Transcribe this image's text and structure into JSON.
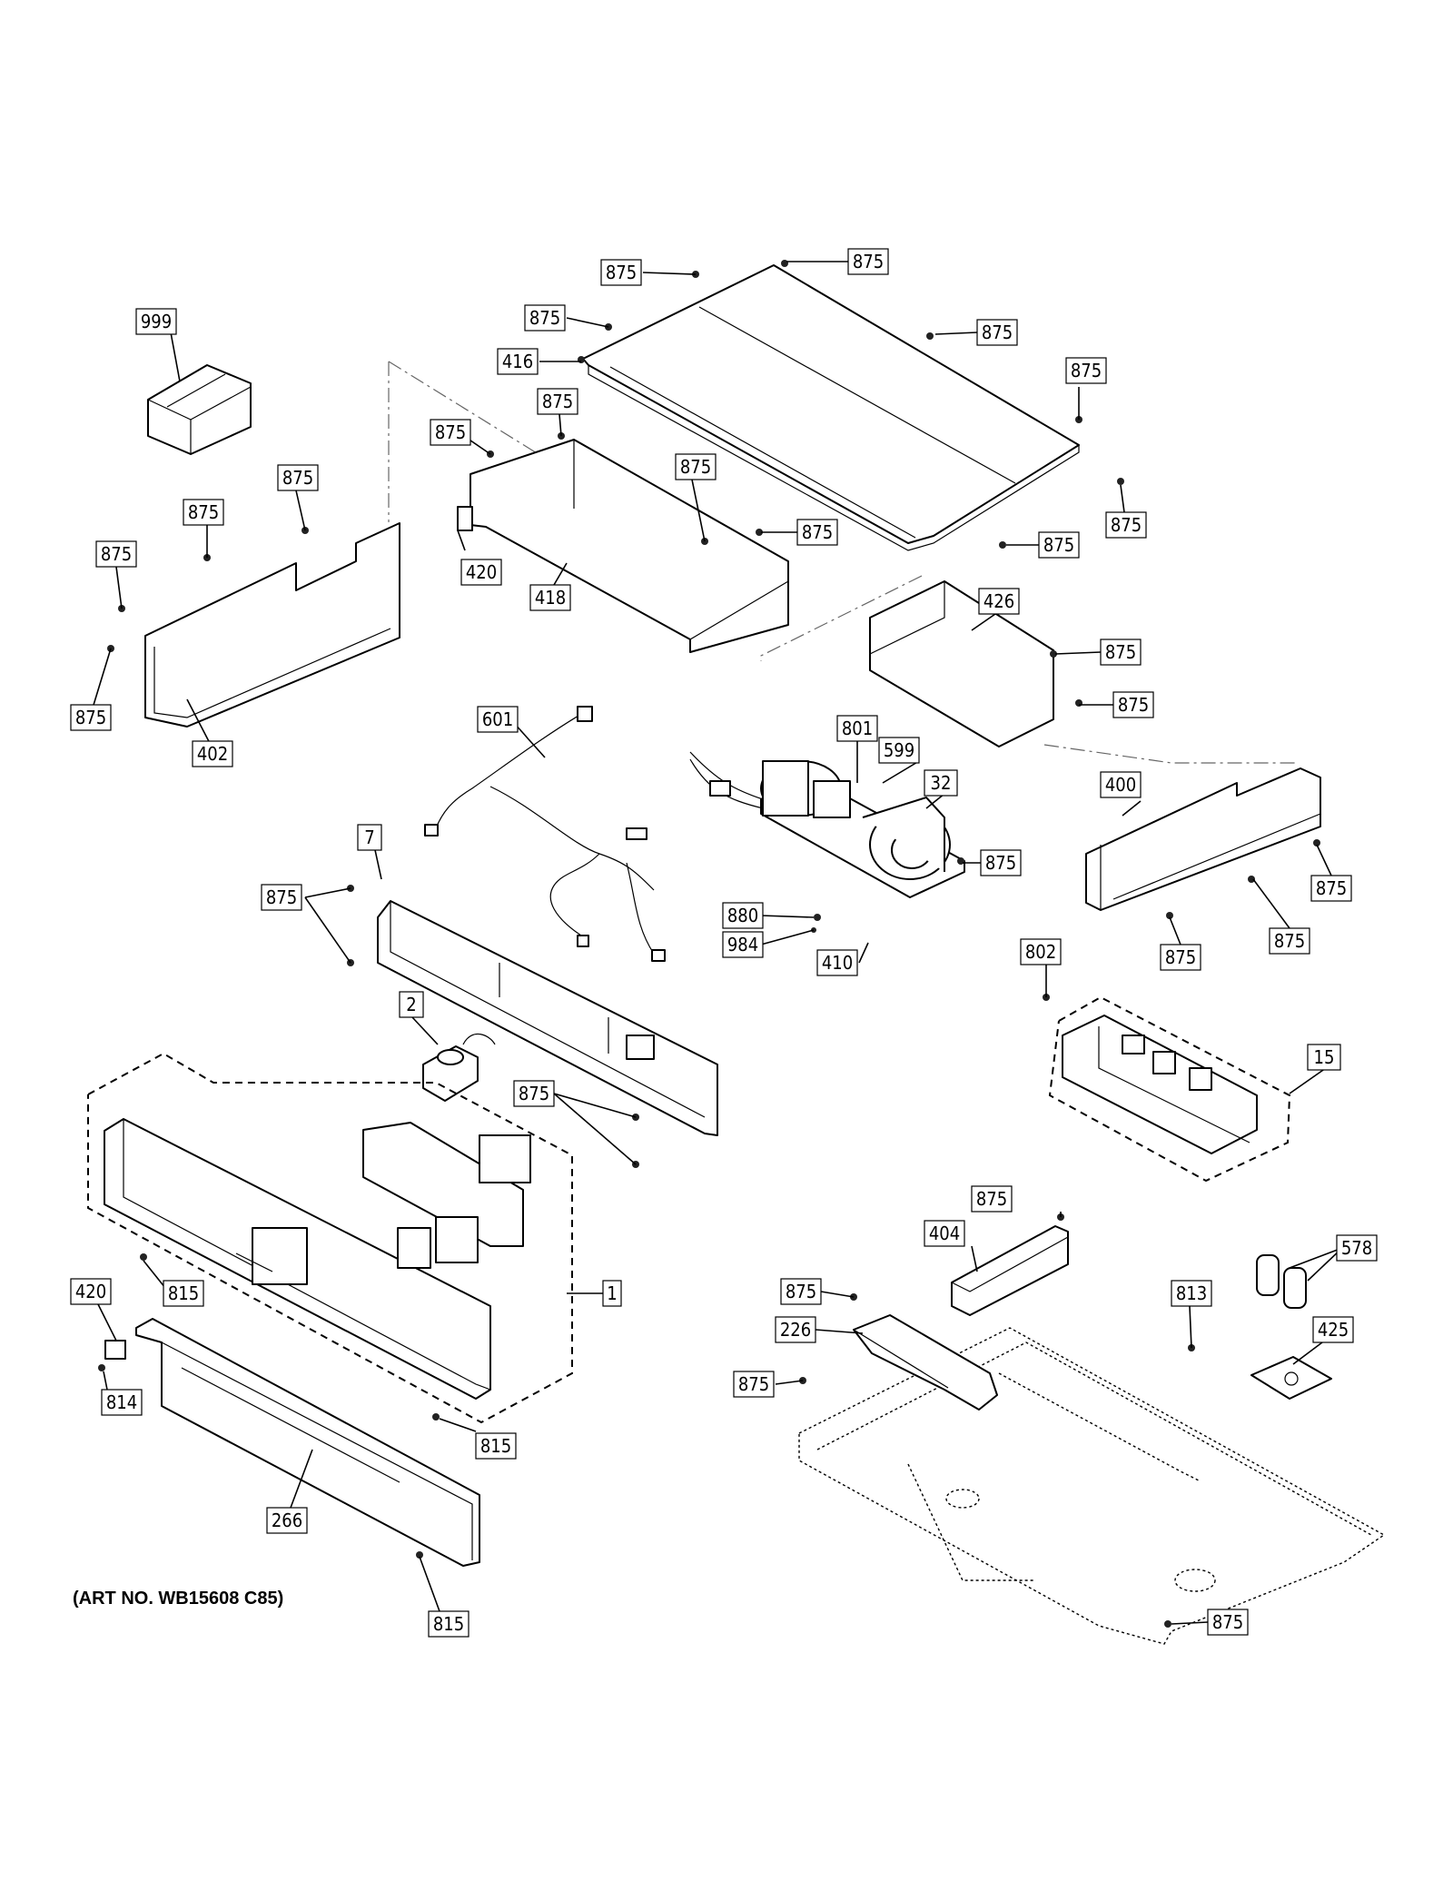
{
  "art_number": "(ART NO. WB15608 C85)",
  "callouts": {
    "c1": "875",
    "c2": "875",
    "c3": "875",
    "c4": "875",
    "c5": "875",
    "c6": "416",
    "c7": "999",
    "c8": "875",
    "c9": "875",
    "c10": "875",
    "c11": "875",
    "c12": "875",
    "c13": "875",
    "c14": "875",
    "c15": "875",
    "c16": "875",
    "c17": "420",
    "c18": "418",
    "c19": "875",
    "c20": "875",
    "c21": "426",
    "c22": "875",
    "c23": "875",
    "c24": "601",
    "c25": "402",
    "c26": "801",
    "c27": "599",
    "c28": "32",
    "c29": "400",
    "c30": "7",
    "c31": "875",
    "c32": "880",
    "c33": "984",
    "c34": "410",
    "c35": "875",
    "c36": "875",
    "c37": "875",
    "c38": "802",
    "c39": "2",
    "c40": "875",
    "c41": "15",
    "c42": "875",
    "c43": "404",
    "c44": "578",
    "c45": "420",
    "c46": "815",
    "c47": "1",
    "c48": "875",
    "c49": "813",
    "c50": "226",
    "c51": "425",
    "c52": "814",
    "c53": "875",
    "c54": "815",
    "c55": "266",
    "c56": "815",
    "c57": "875"
  }
}
